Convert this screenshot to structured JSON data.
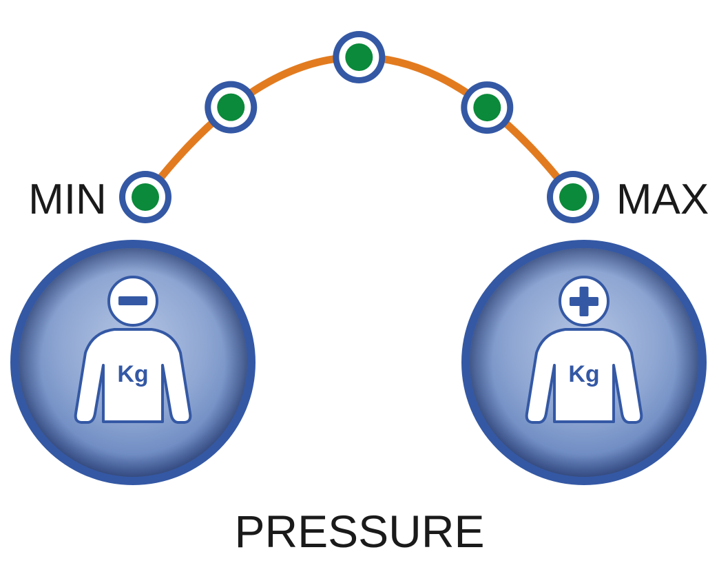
{
  "labels": {
    "min": "MIN",
    "max": "MAX",
    "title": "PRESSURE"
  },
  "buttons": {
    "decrease": {
      "unit": "Kg",
      "icon": "minus-icon"
    },
    "increase": {
      "unit": "Kg",
      "icon": "plus-icon"
    }
  },
  "pressure_scale": {
    "levels": 5,
    "current_level": 5
  },
  "colors": {
    "arc": "#e27b1f",
    "ring": "#3458a4",
    "indicator_active": "#0a8a3a",
    "button_fill": "#7f9acb",
    "text": "#1a1a1a"
  }
}
